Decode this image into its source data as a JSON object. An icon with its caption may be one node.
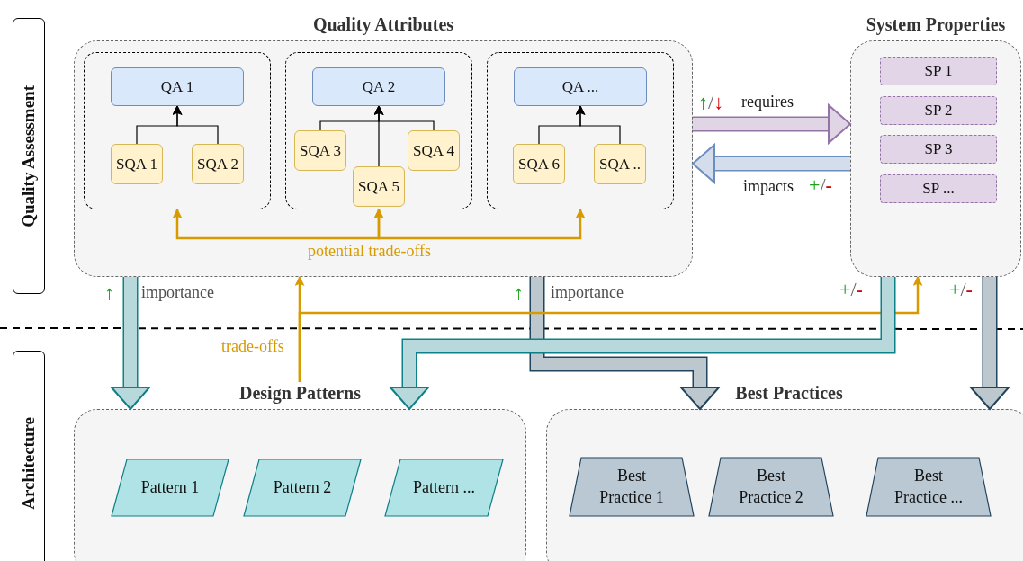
{
  "diagram": {
    "nodes": [
      {
        "text": [
          "Quality Assessment"
        ]
      },
      {
        "text": [
          "Quality Attributes"
        ]
      },
      {
        "text": [],
        "shape": "box",
        "in": 1
      },
      {
        "text": [
          "QA 1"
        ],
        "in": 2
      },
      {
        "text": [
          "SQA 1"
        ],
        "in": 2
      },
      {
        "text": [
          "SQA 2"
        ],
        "in": 2
      },
      {
        "text": [],
        "shape": "box",
        "in": 1
      },
      {
        "text": [
          "QA 2"
        ],
        "in": 6
      },
      {
        "text": [
          "SQA 3"
        ],
        "in": 6
      },
      {
        "text": [
          "SQA 4"
        ],
        "in": 6
      },
      {
        "text": [
          "SQA 5"
        ],
        "in": 6
      },
      {
        "text": [],
        "shape": "box",
        "in": 1
      },
      {
        "text": [
          "QA ..."
        ],
        "in": 11
      },
      {
        "text": [
          "SQA 6"
        ],
        "in": 11
      },
      {
        "text": [
          "SQA .."
        ],
        "in": 11
      },
      {
        "text": [
          "System Properties"
        ]
      },
      {
        "text": [
          "SP 1"
        ],
        "in": 15
      },
      {
        "text": [
          "SP 2"
        ],
        "in": 15
      },
      {
        "text": [
          "SP 3"
        ],
        "in": 15
      },
      {
        "text": [
          "SP ..."
        ],
        "in": 15
      },
      {
        "text": [
          "Architecture"
        ]
      },
      {
        "text": [
          "Design Patterns"
        ]
      },
      {
        "text": [
          "Pattern 1"
        ],
        "in": 21
      },
      {
        "text": [
          "Pattern 2"
        ],
        "in": 21
      },
      {
        "text": [
          "Pattern ..."
        ],
        "in": 21
      },
      {
        "text": [
          "Best Practices"
        ]
      },
      {
        "text": [
          "Best Practice 1"
        ],
        "in": 25
      },
      {
        "text": [
          "Best Practice 2"
        ],
        "in": 25
      },
      {
        "text": [
          "Best Practice ..."
        ],
        "in": 25
      }
    ],
    "edges": [
      {
        "from": 4,
        "to": 3,
        "arrow": "to"
      },
      {
        "from": 5,
        "to": 3,
        "arrow": "to"
      },
      {
        "from": 8,
        "to": 7,
        "arrow": "to"
      },
      {
        "from": 9,
        "to": 7,
        "arrow": "to"
      },
      {
        "from": 10,
        "to": 7,
        "arrow": "to"
      },
      {
        "from": 13,
        "to": 12,
        "arrow": "to"
      },
      {
        "from": 14,
        "to": 12,
        "arrow": "to"
      },
      {
        "from": 2,
        "to": 6,
        "arrow": "both",
        "label": "potential trade-offs",
        "color": "#d79b00"
      },
      {
        "from": 6,
        "to": 11,
        "arrow": "both",
        "color": "#d79b00"
      },
      {
        "from": 1,
        "to": 15,
        "arrow": "to",
        "label": "requires",
        "style": "thick",
        "color": "#9673a6"
      },
      {
        "from": 15,
        "to": 1,
        "arrow": "to",
        "label": "impacts",
        "style": "thick",
        "color": "#6c8ebf"
      },
      {
        "from": 1,
        "to": 21,
        "arrow": "to",
        "label": "importance",
        "style": "thick",
        "color": "#0e8088"
      },
      {
        "from": 1,
        "to": 25,
        "arrow": "to",
        "label": "importance",
        "style": "thick",
        "color": "#23445d"
      },
      {
        "from": 21,
        "to": 1,
        "arrow": "to",
        "label": "trade-offs",
        "color": "#d79b00"
      },
      {
        "from": 21,
        "to": 15,
        "arrow": "to",
        "color": "#d79b00"
      },
      {
        "from": 15,
        "to": 21,
        "arrow": "to",
        "style": "thick",
        "color": "#0e8088"
      },
      {
        "from": 15,
        "to": 25,
        "arrow": "to",
        "style": "thick",
        "color": "#23445d"
      }
    ],
    "labels": [
      "↑/↓",
      "+/-",
      "↑",
      "↑",
      "+/-",
      "+/-"
    ]
  }
}
